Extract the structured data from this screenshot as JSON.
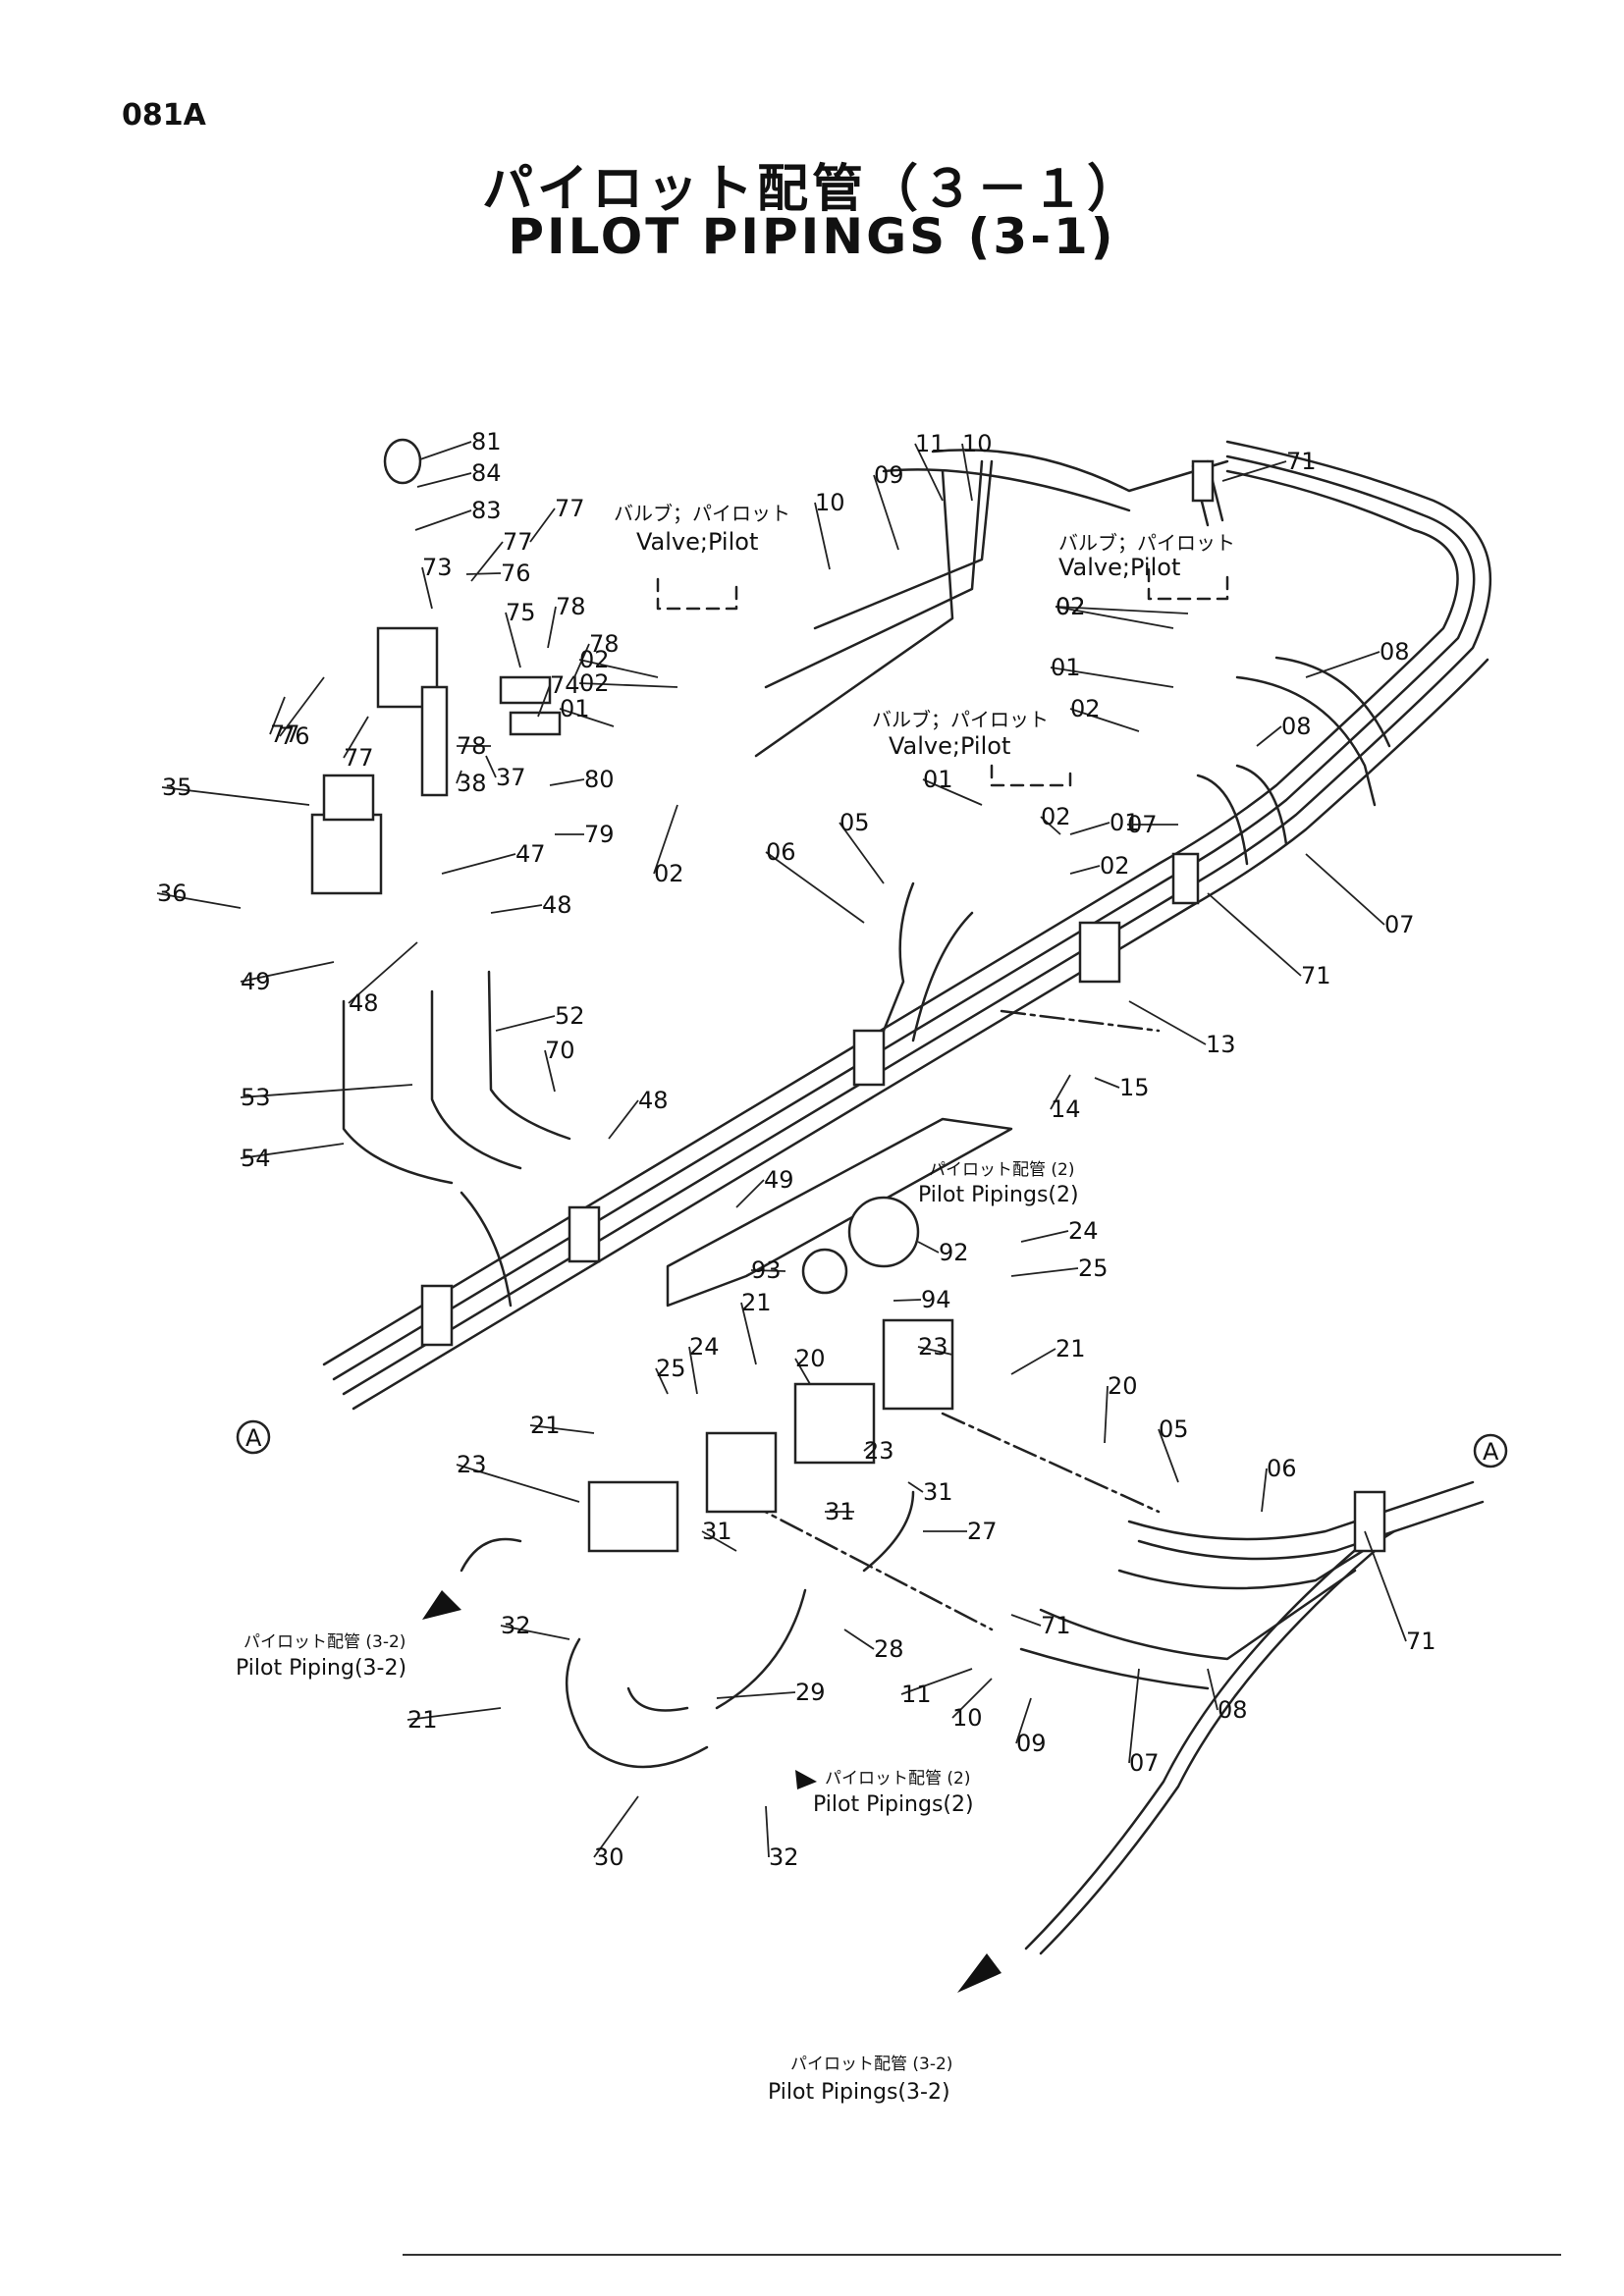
{
  "page_code": "081A",
  "title_jp": "パイロット配管（３－１）",
  "title_en": "PILOT PIPINGS (3-1)",
  "annotations": {
    "valve_pilot_left_jp": "バルブ；パイロット",
    "valve_pilot_left_en": "Valve;Pilot",
    "valve_pilot_right_jp": "バルブ；パイロット",
    "valve_pilot_right_en": "Valve;Pilot",
    "valve_pilot_center_jp": "バルブ；パイロット",
    "valve_pilot_center_en": "Valve;Pilot",
    "pilot_pipings_2_center_jp": "パイロット配管 (2)",
    "pilot_pipings_2_center_en": "Pilot Pipings(2)",
    "pilot_piping_3_2_left_jp": "パイロット配管 (3-2)",
    "pilot_piping_3_2_left_en": "Pilot Piping(3-2)",
    "pilot_pipings_2_bottom_jp": "パイロット配管 (2)",
    "pilot_pipings_2_bottom_en": "Pilot Pipings(2)",
    "pilot_pipings_3_2_bottom_jp": "パイロット配管 (3-2)",
    "pilot_pipings_3_2_bottom_en": "Pilot Pipings(3-2)",
    "ref_a_left": "A",
    "ref_a_right": "A"
  },
  "callouts": [
    "81",
    "84",
    "83",
    "73",
    "77",
    "77",
    "76",
    "75",
    "78",
    "74",
    "78",
    "77",
    "76",
    "77",
    "35",
    "78",
    "38",
    "37",
    "80",
    "79",
    "47",
    "36",
    "48",
    "48",
    "49",
    "52",
    "48",
    "53",
    "54",
    "70",
    "10",
    "09",
    "11",
    "10",
    "02",
    "01",
    "02",
    "02",
    "01",
    "02",
    "02",
    "02",
    "01",
    "02",
    "05",
    "06",
    "02",
    "01",
    "08",
    "08",
    "07",
    "07",
    "71",
    "71",
    "13",
    "14",
    "15",
    "49",
    "24",
    "25",
    "92",
    "93",
    "94",
    "21",
    "20",
    "23",
    "21",
    "25",
    "24",
    "21",
    "23",
    "23",
    "31",
    "31",
    "27",
    "31",
    "32",
    "21",
    "30",
    "32",
    "29",
    "28",
    "11",
    "10",
    "09",
    "07",
    "08",
    "71",
    "05",
    "06",
    "20",
    "71"
  ]
}
